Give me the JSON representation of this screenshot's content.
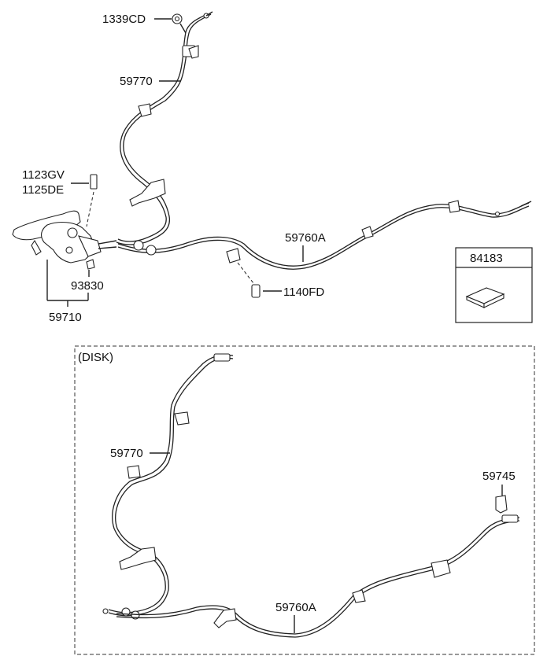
{
  "labels": {
    "p1339CD": "1339CD",
    "p59770_top": "59770",
    "p1123GV": "1123GV",
    "p1125DE": "1125DE",
    "p59760A_top": "59760A",
    "p93830": "93830",
    "p1140FD": "1140FD",
    "p59710": "59710",
    "p84183": "84183",
    "disk_title": "(DISK)",
    "p59770_bottom": "59770",
    "p59745": "59745",
    "p59760A_bottom": "59760A"
  },
  "icons": [
    "parking-brake-lever-icon",
    "bolt-icon",
    "nut-icon",
    "bracket-icon",
    "clip-icon",
    "grease-pack-icon"
  ]
}
